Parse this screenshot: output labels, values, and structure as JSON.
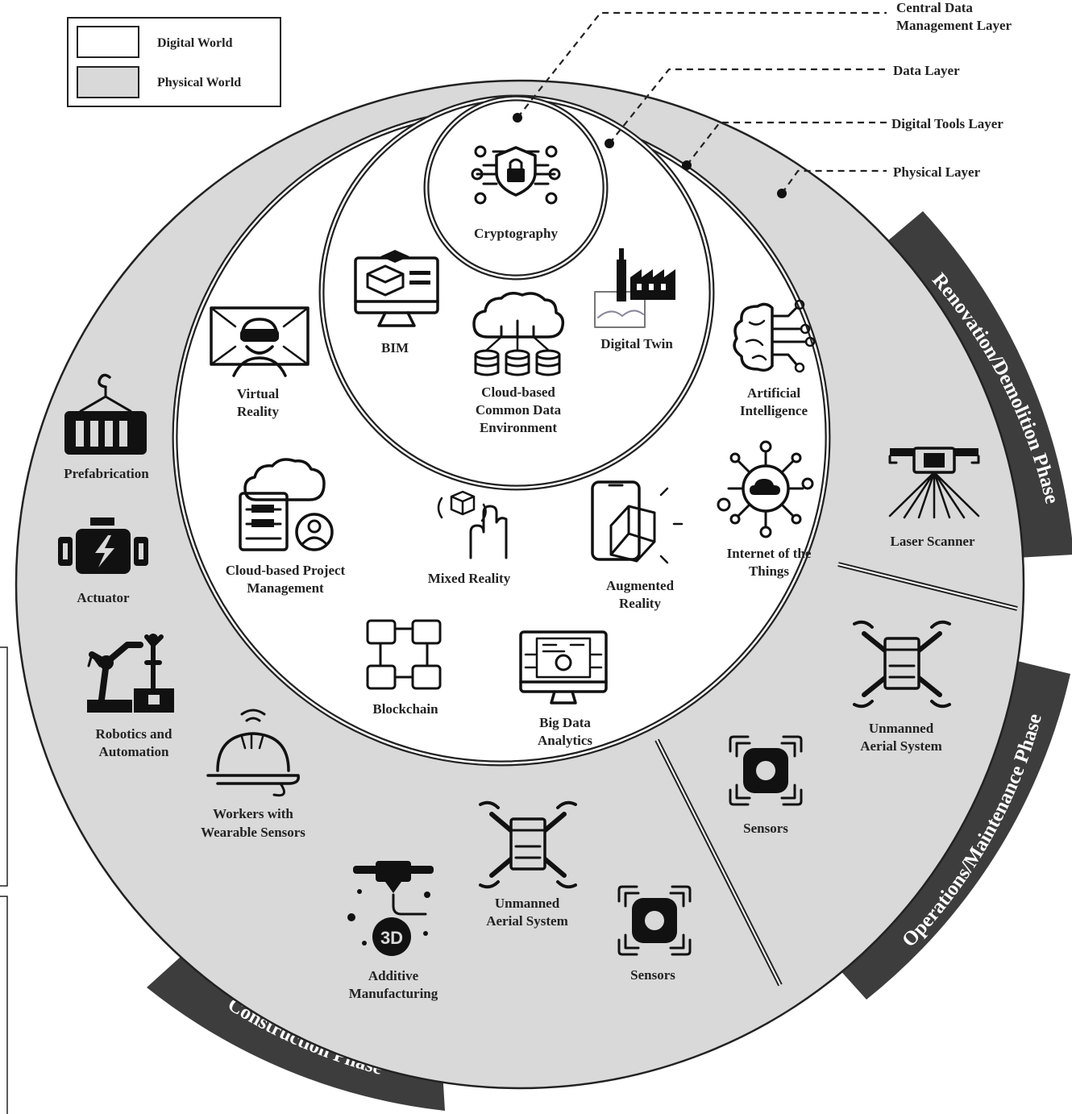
{
  "legend": {
    "digital": "Digital World",
    "physical": "Physical World",
    "digital_color": "#ffffff",
    "physical_color": "#d9d9d9"
  },
  "layers": {
    "central": [
      "Central Data",
      "Management Layer"
    ],
    "data": "Data Layer",
    "tools": "Digital Tools Layer",
    "physical": "Physical Layer"
  },
  "phases": {
    "construction": "Construction Phase",
    "operations": "Operations/Maintenance Phase",
    "renovation": "Renovation/Demolition Phase",
    "band_color": "#3d3d3d"
  },
  "central_layer": {
    "cryptography": "Cryptography"
  },
  "data_layer": {
    "bim": "BIM",
    "cde": [
      "Cloud-based",
      "Common Data",
      "Environment"
    ],
    "digital_twin": "Digital Twin"
  },
  "tools_layer": {
    "vr": [
      "Virtual",
      "Reality"
    ],
    "ai": [
      "Artificial",
      "Intelligence"
    ],
    "cpm": [
      "Cloud-based Project",
      "Management"
    ],
    "mr": "Mixed Reality",
    "ar": [
      "Augmented",
      "Reality"
    ],
    "iot": [
      "Internet of the",
      "Things"
    ],
    "blockchain": "Blockchain",
    "bda": [
      "Big Data",
      "Analytics"
    ]
  },
  "physical_layer": {
    "prefab": "Prefabrication",
    "actuator": "Actuator",
    "robotics": [
      "Robotics and",
      "Automation"
    ],
    "workers": [
      "Workers with",
      "Wearable Sensors"
    ],
    "additive": [
      "Additive",
      "Manufacturing"
    ],
    "uas_construction": [
      "Unmanned",
      "Aerial System"
    ],
    "sensors_construction": "Sensors",
    "uas_operations": [
      "Unmanned",
      "Aerial System"
    ],
    "sensors_operations": "Sensors",
    "laser_scanner": "Laser Scanner"
  }
}
